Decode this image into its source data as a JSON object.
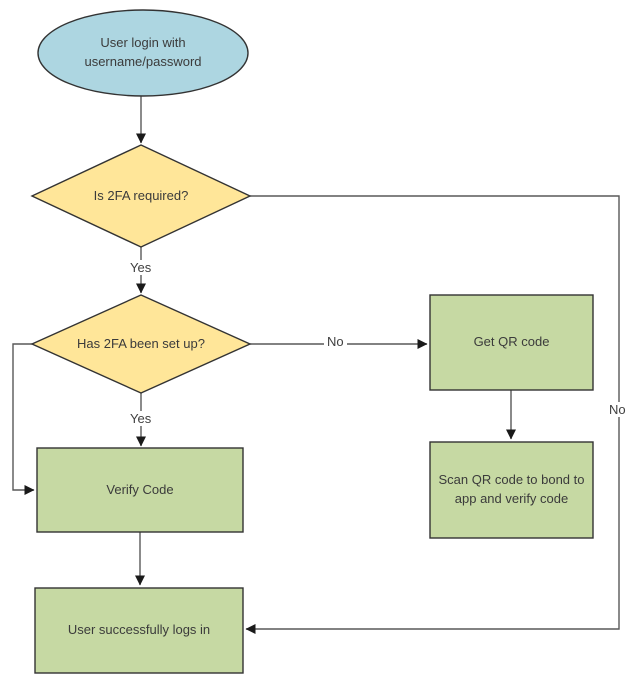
{
  "diagram": {
    "type": "flowchart",
    "subject": "two-factor-authentication-login-flow",
    "colors": {
      "start_fill": "#ADD6E1",
      "decision_fill": "#FFE699",
      "process_fill": "#C6D9A3",
      "shape_stroke": "#333333",
      "connector": "#595959",
      "arrowhead": "#1a1a1a",
      "text": "#3b3b3b",
      "background": "#ffffff"
    },
    "nodes": [
      {
        "id": "start",
        "type": "ellipse",
        "label": "User login with username/password"
      },
      {
        "id": "is2fa",
        "type": "decision",
        "label": "Is 2FA required?"
      },
      {
        "id": "setup2fa",
        "type": "decision",
        "label": "Has 2FA been set up?"
      },
      {
        "id": "getqr",
        "type": "process",
        "label": "Get QR code"
      },
      {
        "id": "scanqr",
        "type": "process",
        "label": "Scan QR code to bond to app and verify code"
      },
      {
        "id": "verify",
        "type": "process",
        "label": "Verify Code"
      },
      {
        "id": "success",
        "type": "process",
        "label": "User successfully logs in"
      }
    ],
    "edges": [
      {
        "from": "start",
        "to": "is2fa",
        "label": ""
      },
      {
        "from": "is2fa",
        "to": "setup2fa",
        "label": "Yes"
      },
      {
        "from": "is2fa",
        "to": "success",
        "label": "No"
      },
      {
        "from": "setup2fa",
        "to": "verify",
        "label": "Yes"
      },
      {
        "from": "setup2fa",
        "to": "getqr",
        "label": "No"
      },
      {
        "from": "setup2fa",
        "to": "verify",
        "label": ""
      },
      {
        "from": "getqr",
        "to": "scanqr",
        "label": ""
      },
      {
        "from": "verify",
        "to": "success",
        "label": ""
      }
    ],
    "edge_labels": {
      "yes1": "Yes",
      "yes2": "Yes",
      "no1": "No",
      "no2": "No"
    }
  }
}
